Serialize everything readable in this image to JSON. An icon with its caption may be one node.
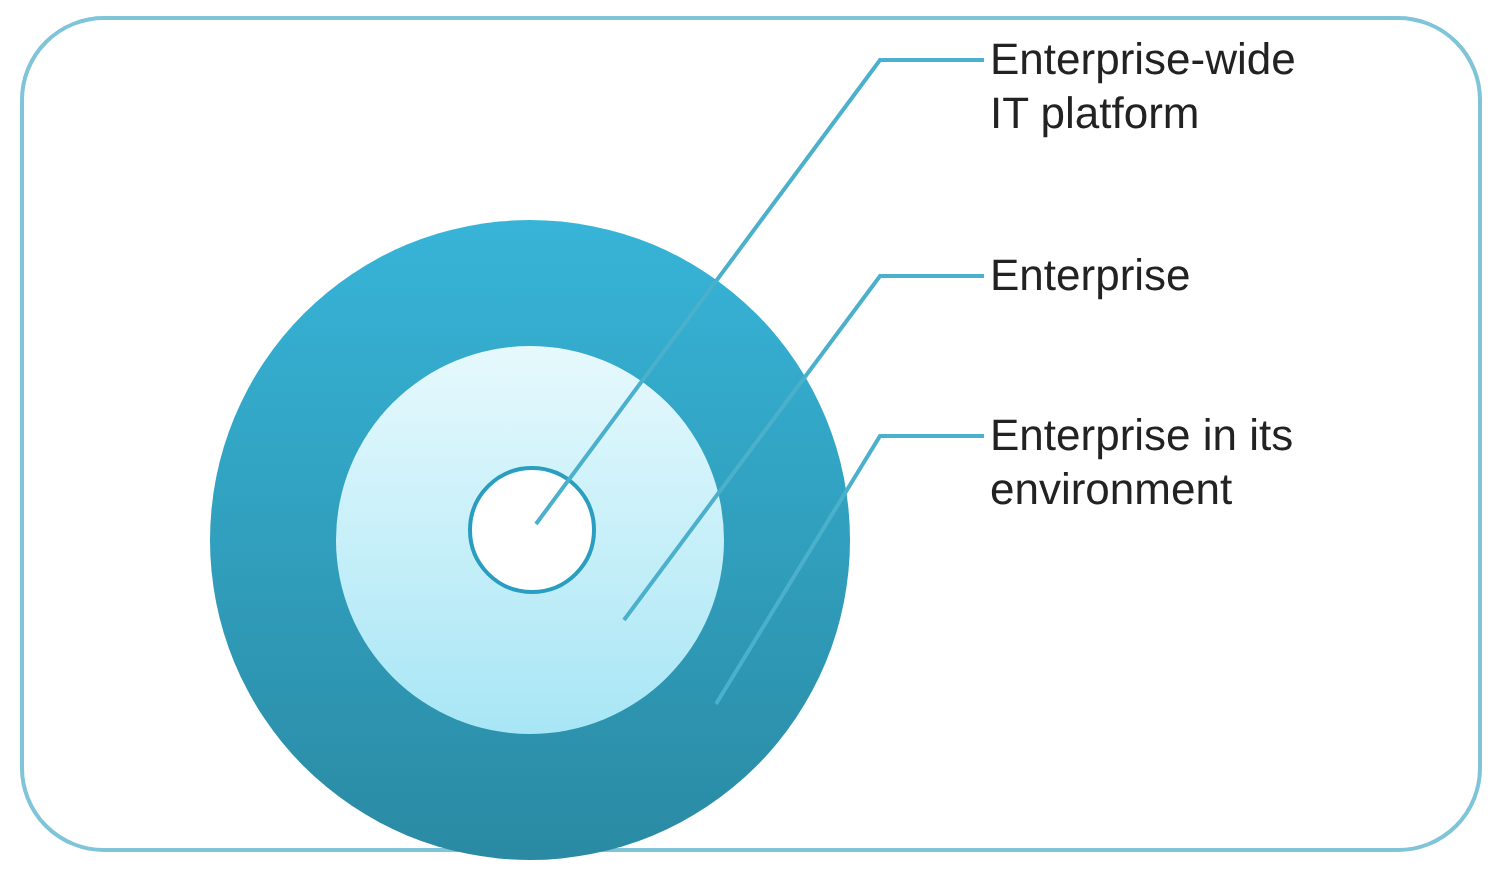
{
  "diagram": {
    "nodes": [
      {
        "text": [],
        "shape": "circle"
      },
      {
        "text": [],
        "shape": "circle",
        "in": 0
      },
      {
        "text": [],
        "shape": "circle",
        "in": 1
      },
      {
        "text": [
          "Enterprise-wide IT platform"
        ]
      },
      {
        "text": [
          "Enterprise"
        ]
      },
      {
        "text": [
          "Enterprise in its environment"
        ]
      }
    ],
    "edges": [
      {
        "from": 3,
        "to": 2,
        "arrow": "none"
      },
      {
        "from": 4,
        "to": 1,
        "arrow": "none"
      },
      {
        "from": 5,
        "to": 0,
        "arrow": "none"
      }
    ]
  }
}
